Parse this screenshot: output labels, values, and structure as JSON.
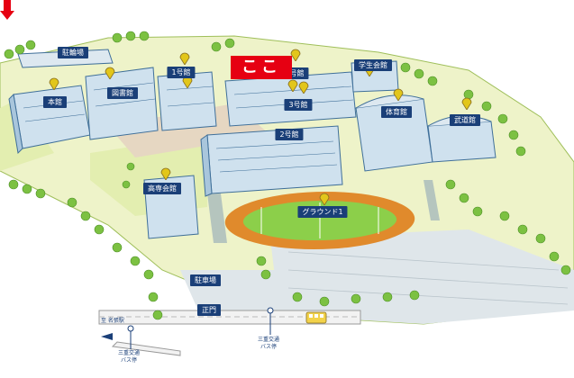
{
  "here_marker": "ここ",
  "buildings": {
    "bicycle_parking": "駐輪場",
    "hall_1": "1号館",
    "hall_3_top": "3号館",
    "student_hall": "学生会館",
    "main_building": "本館",
    "library": "図書館",
    "hall_3": "3号館",
    "gymnasium": "体育館",
    "martial_arts_hall": "武道館",
    "hall_2": "2号館",
    "high_school_hall": "高専会館",
    "ground_1": "グラウンド1",
    "parking": "駐車場",
    "main_gate": "正門"
  },
  "bus_stops": {
    "left_direction": "至 名張駅",
    "left_stop_line1": "三重交通",
    "left_stop_line2": "バス停",
    "right_stop_line1": "三重交通",
    "right_stop_line2": "バス停"
  },
  "colors": {
    "label_bg": "#1a3f78",
    "pin": "#e2c61a",
    "here": "#e60012",
    "track": "#e08a2c",
    "field": "#8ccf4a",
    "building": "#cfe1ee",
    "lawn": "#e6efb6",
    "tree": "#7cc142"
  }
}
